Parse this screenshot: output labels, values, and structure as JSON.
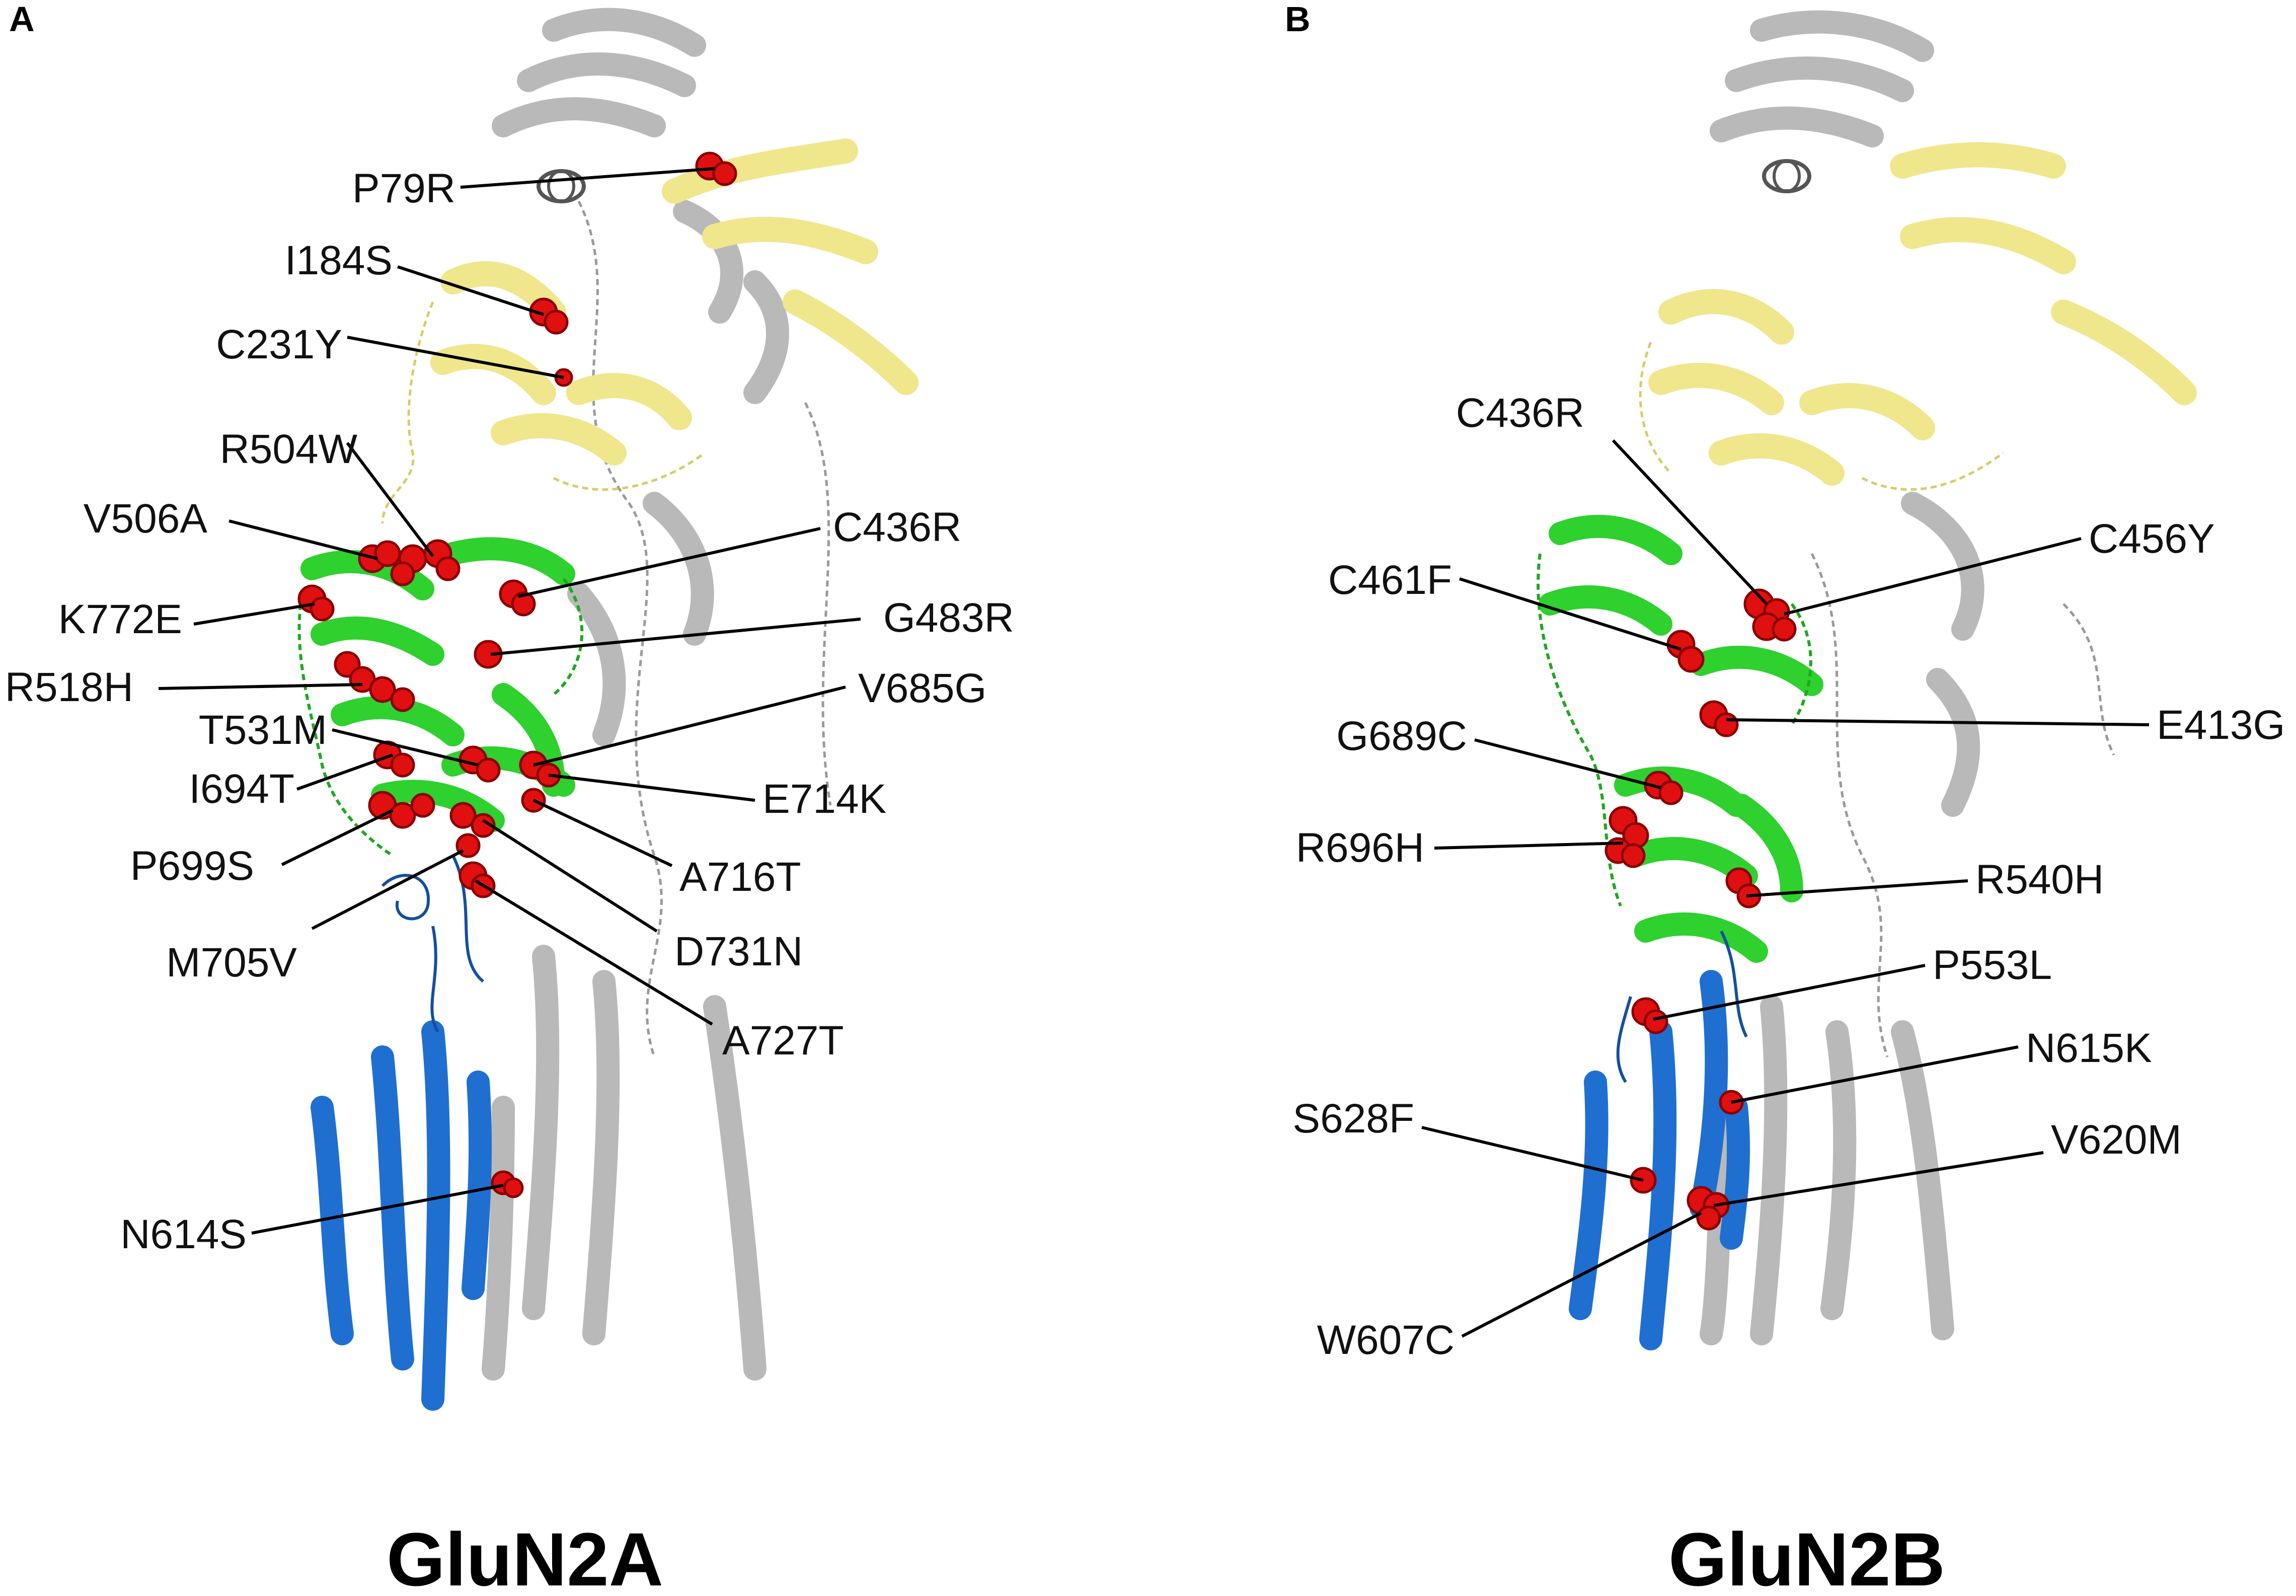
{
  "figure": {
    "panels": [
      {
        "letter": "A",
        "title": "GluN2A",
        "mutations": [
          "P79R",
          "I184S",
          "C231Y",
          "R504W",
          "V506A",
          "C436R",
          "K772E",
          "G483R",
          "R518H",
          "V685G",
          "T531M",
          "I694T",
          "E714K",
          "P699S",
          "A716T",
          "M705V",
          "D731N",
          "A727T",
          "N614S"
        ]
      },
      {
        "letter": "B",
        "title": "GluN2B",
        "mutations": [
          "C436R",
          "C456Y",
          "C461F",
          "E413G",
          "G689C",
          "R696H",
          "R540H",
          "P553L",
          "N615K",
          "S628F",
          "V620M",
          "W607C"
        ]
      }
    ],
    "colors": {
      "background": "#ffffff",
      "other_subunit": "#b9b9b9",
      "amino_terminal_domain": "#f0e68c",
      "ligand_binding_domain": "#2ed12e",
      "transmembrane_domain": "#1f6fd1",
      "mutation_residue": "#e01010"
    }
  }
}
